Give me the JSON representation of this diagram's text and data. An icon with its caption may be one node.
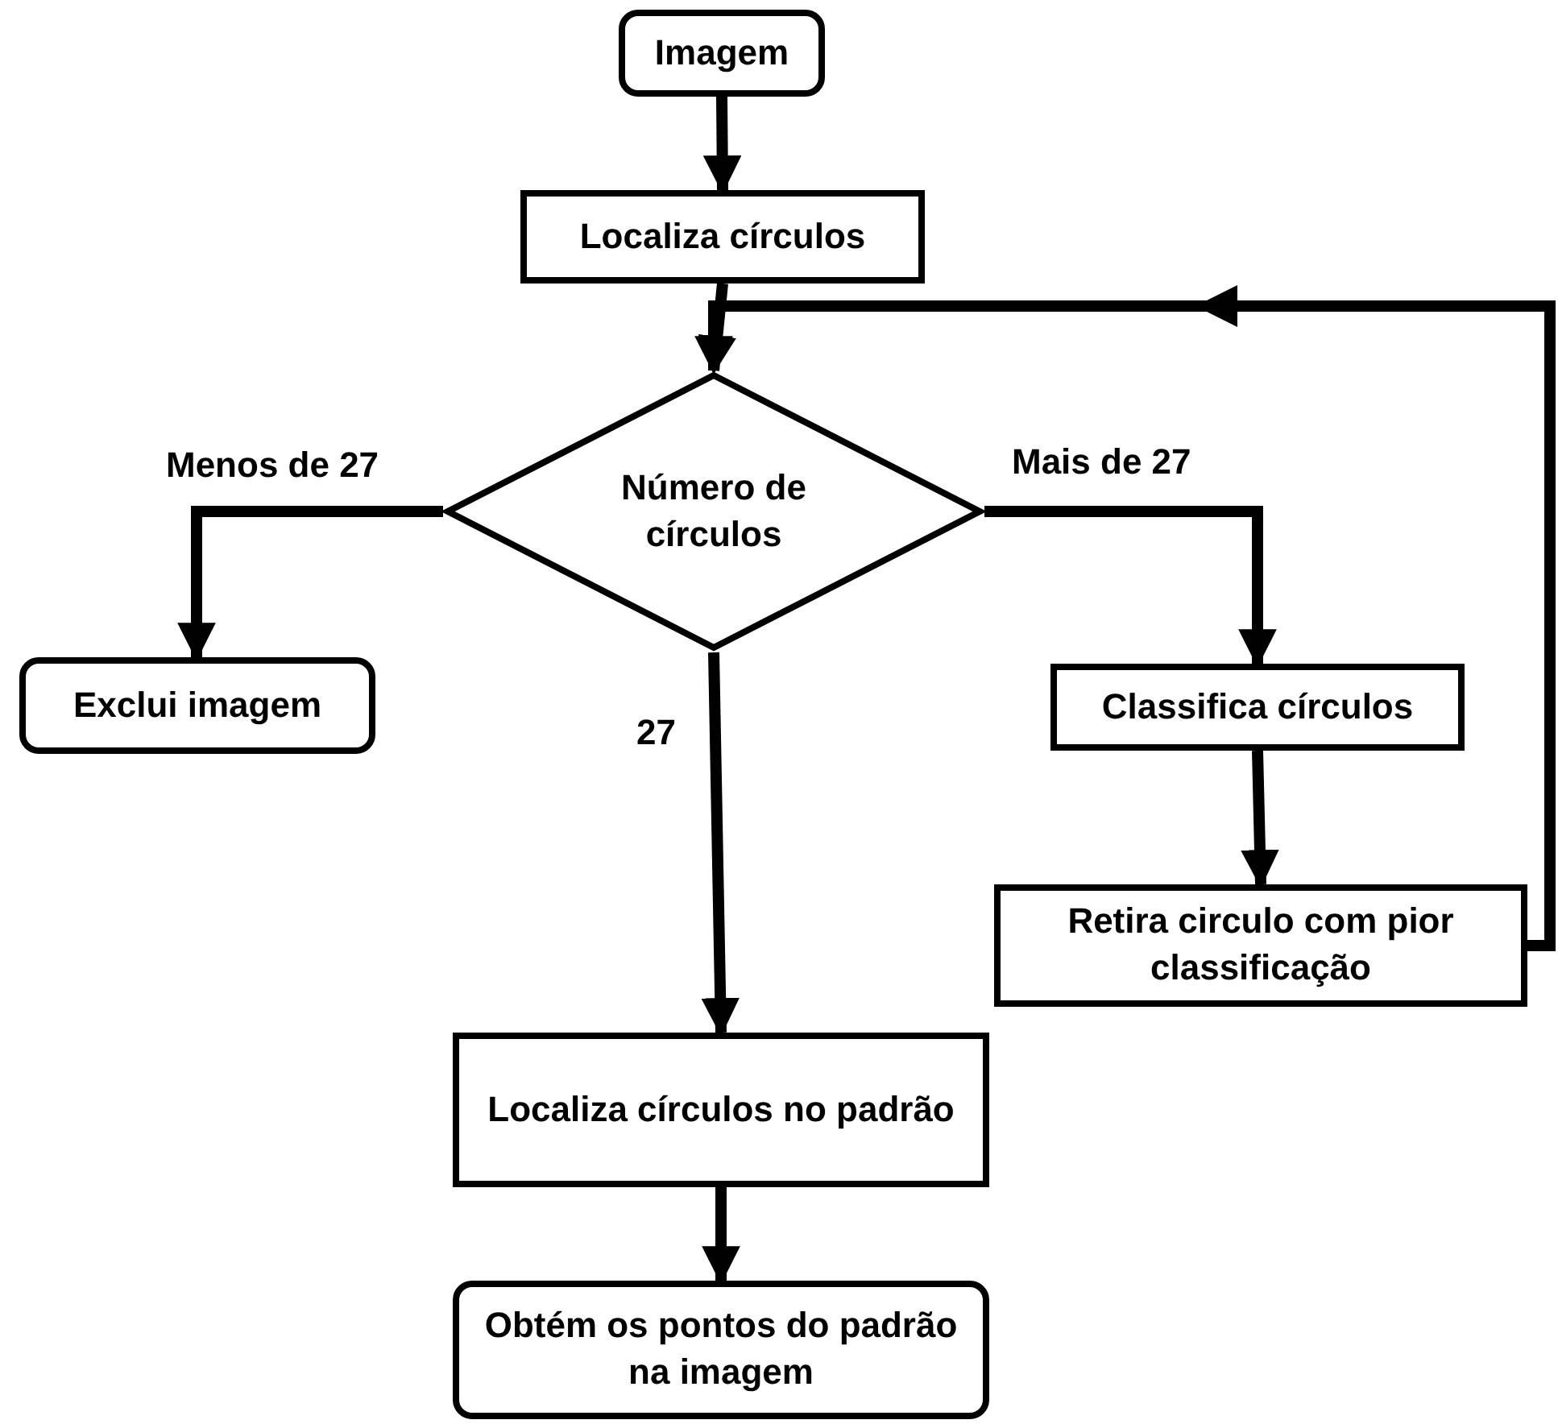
{
  "diagram": {
    "nodes": [
      {
        "text": [
          "Imagem"
        ]
      },
      {
        "text": [
          "Localiza círculos"
        ]
      },
      {
        "text": [
          "Número de círculos"
        ]
      },
      {
        "text": [
          "Exclui imagem"
        ]
      },
      {
        "text": [
          "Classifica círculos"
        ]
      },
      {
        "text": [
          "Localiza círculos no padrão"
        ]
      },
      {
        "text": [
          "Retira circulo com pior classificação"
        ]
      },
      {
        "text": [
          "Obtém os pontos do padrão na imagem"
        ]
      }
    ],
    "edges": [
      {
        "from": 0,
        "to": 1,
        "arrow": "to"
      },
      {
        "from": 1,
        "to": 2,
        "arrow": "to"
      },
      {
        "from": 2,
        "to": 3,
        "arrow": "to",
        "label": "Menos de 27"
      },
      {
        "from": 2,
        "to": 5,
        "arrow": "to",
        "label": "27"
      },
      {
        "from": 2,
        "to": 4,
        "arrow": "to",
        "label": "Mais de 27"
      },
      {
        "from": 4,
        "to": 6,
        "arrow": "to"
      },
      {
        "from": 5,
        "to": 7,
        "arrow": "to"
      },
      {
        "from": 6,
        "to": 2,
        "arrow": "to"
      }
    ]
  }
}
